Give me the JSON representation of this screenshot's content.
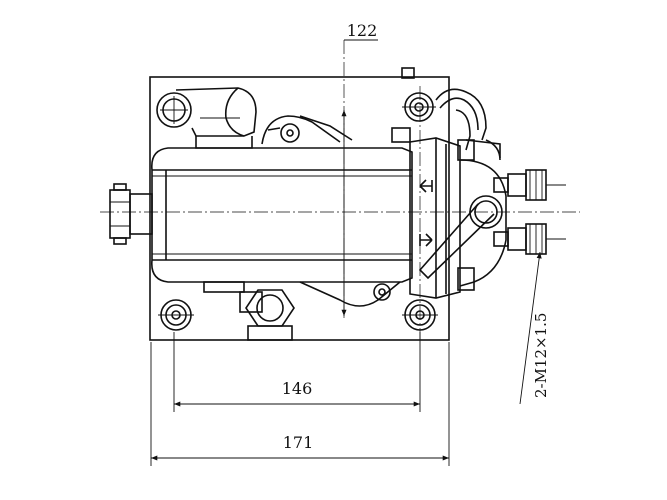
{
  "drawing": {
    "dimensions": {
      "top": "122",
      "inner_width": "146",
      "outer_width": "171",
      "thread_callout": "2-M12×1.5"
    }
  }
}
